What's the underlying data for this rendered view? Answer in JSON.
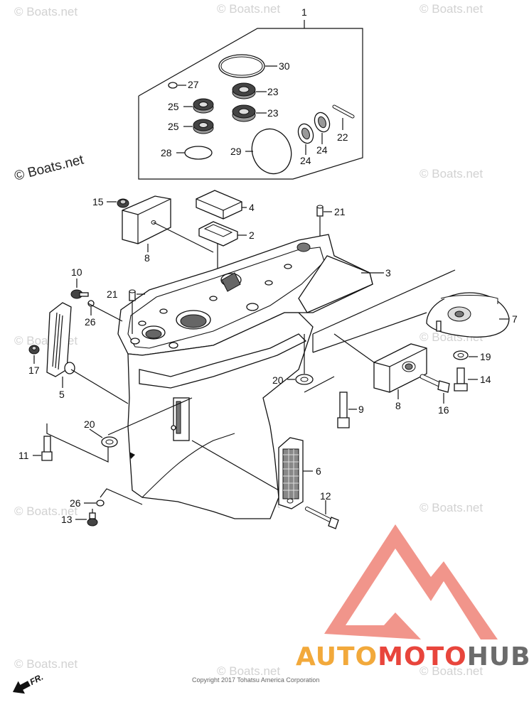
{
  "watermark": {
    "text": "© Boats.net",
    "main_text": "© Boats.net"
  },
  "callouts": {
    "c1": "1",
    "c30": "30",
    "c27": "27",
    "c23a": "23",
    "c23b": "23",
    "c25a": "25",
    "c25b": "25",
    "c22": "22",
    "c24a": "24",
    "c24b": "24",
    "c28": "28",
    "c29": "29",
    "c15": "15",
    "c4": "4",
    "c21a": "21",
    "c2": "2",
    "c8a": "8",
    "c3": "3",
    "c10": "10",
    "c21b": "21",
    "c26a": "26",
    "c7": "7",
    "c17": "17",
    "c5": "5",
    "c19": "19",
    "c14": "14",
    "c20a": "20",
    "c9": "9",
    "c8b": "8",
    "c16": "16",
    "c20b": "20",
    "c11": "11",
    "c6": "6",
    "c12": "12",
    "c26b": "26",
    "c13": "13"
  },
  "logo": {
    "part1": "AUTO",
    "part2": "MOTO",
    "part3": "HUB",
    "color_red": "#e8453c",
    "color_orange": "#f2a93b",
    "color_gray": "#6b6b6b"
  },
  "copyright": "Copyright 2017 Tohatsu America Corporation",
  "front_marker": "FR."
}
